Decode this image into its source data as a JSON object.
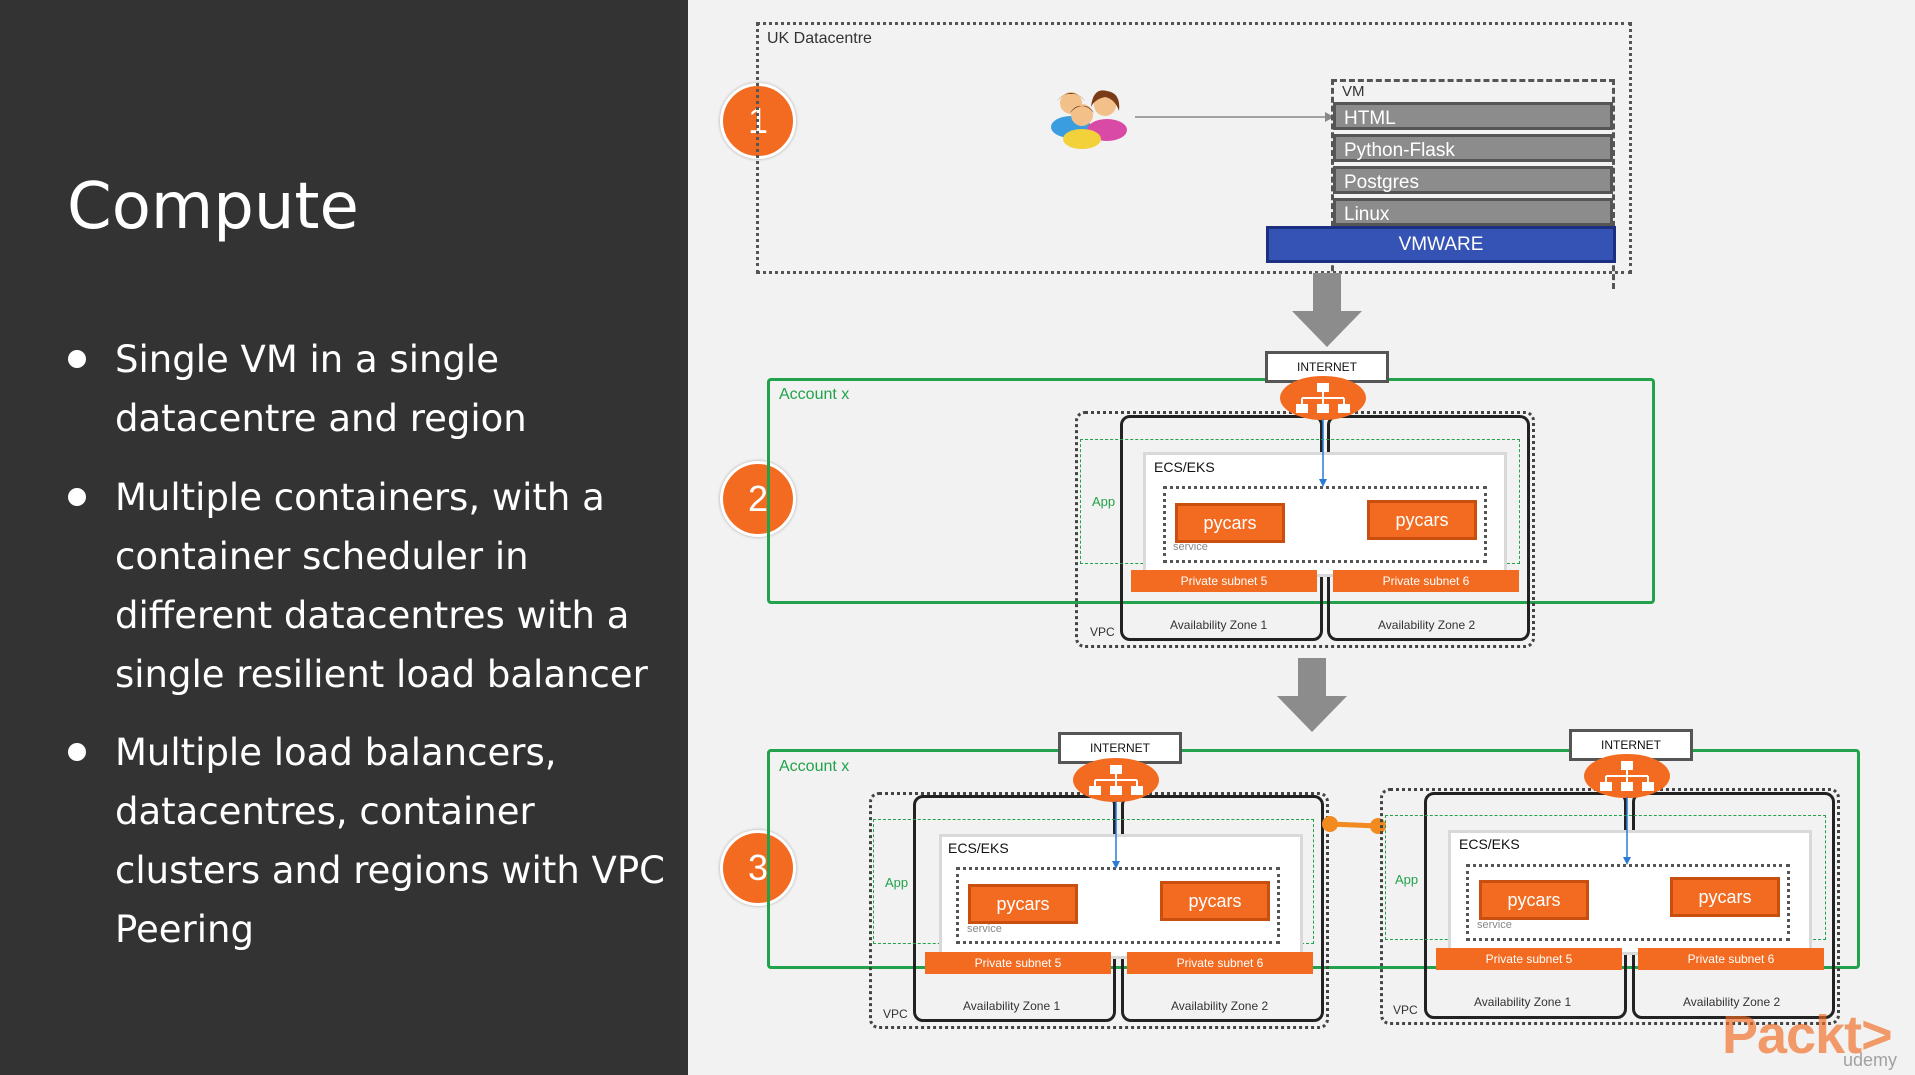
{
  "slide": {
    "title": "Compute",
    "bullets": [
      "Single VM in a single datacentre and region",
      "Multiple containers, with a container scheduler in different datacentres with a single resilient load balancer",
      "Multiple load balancers, datacentres, container clusters and regions with VPC Peering"
    ]
  },
  "diagram": {
    "steps": [
      "1",
      "2",
      "3"
    ],
    "datacentre_label": "UK Datacentre",
    "vm_label": "VM",
    "stack": [
      "HTML",
      "Python-Flask",
      "Postgres",
      "Linux"
    ],
    "hypervisor": "VMWARE",
    "internet_label": "INTERNET",
    "account_label": "Account x",
    "app_label": "App",
    "ecs_label": "ECS/EKS",
    "service_label": "service",
    "container_label": "pycars",
    "subnet5": "Private subnet 5",
    "subnet6": "Private subnet 6",
    "az1": "Availability Zone 1",
    "az2": "Availability Zone 2",
    "vpc_label": "VPC"
  },
  "branding": {
    "logo": "Packt>",
    "watermark": "udemy"
  },
  "colors": {
    "accent": "#f26b21",
    "account_green": "#22a24a",
    "vmware_blue": "#3552b5"
  }
}
